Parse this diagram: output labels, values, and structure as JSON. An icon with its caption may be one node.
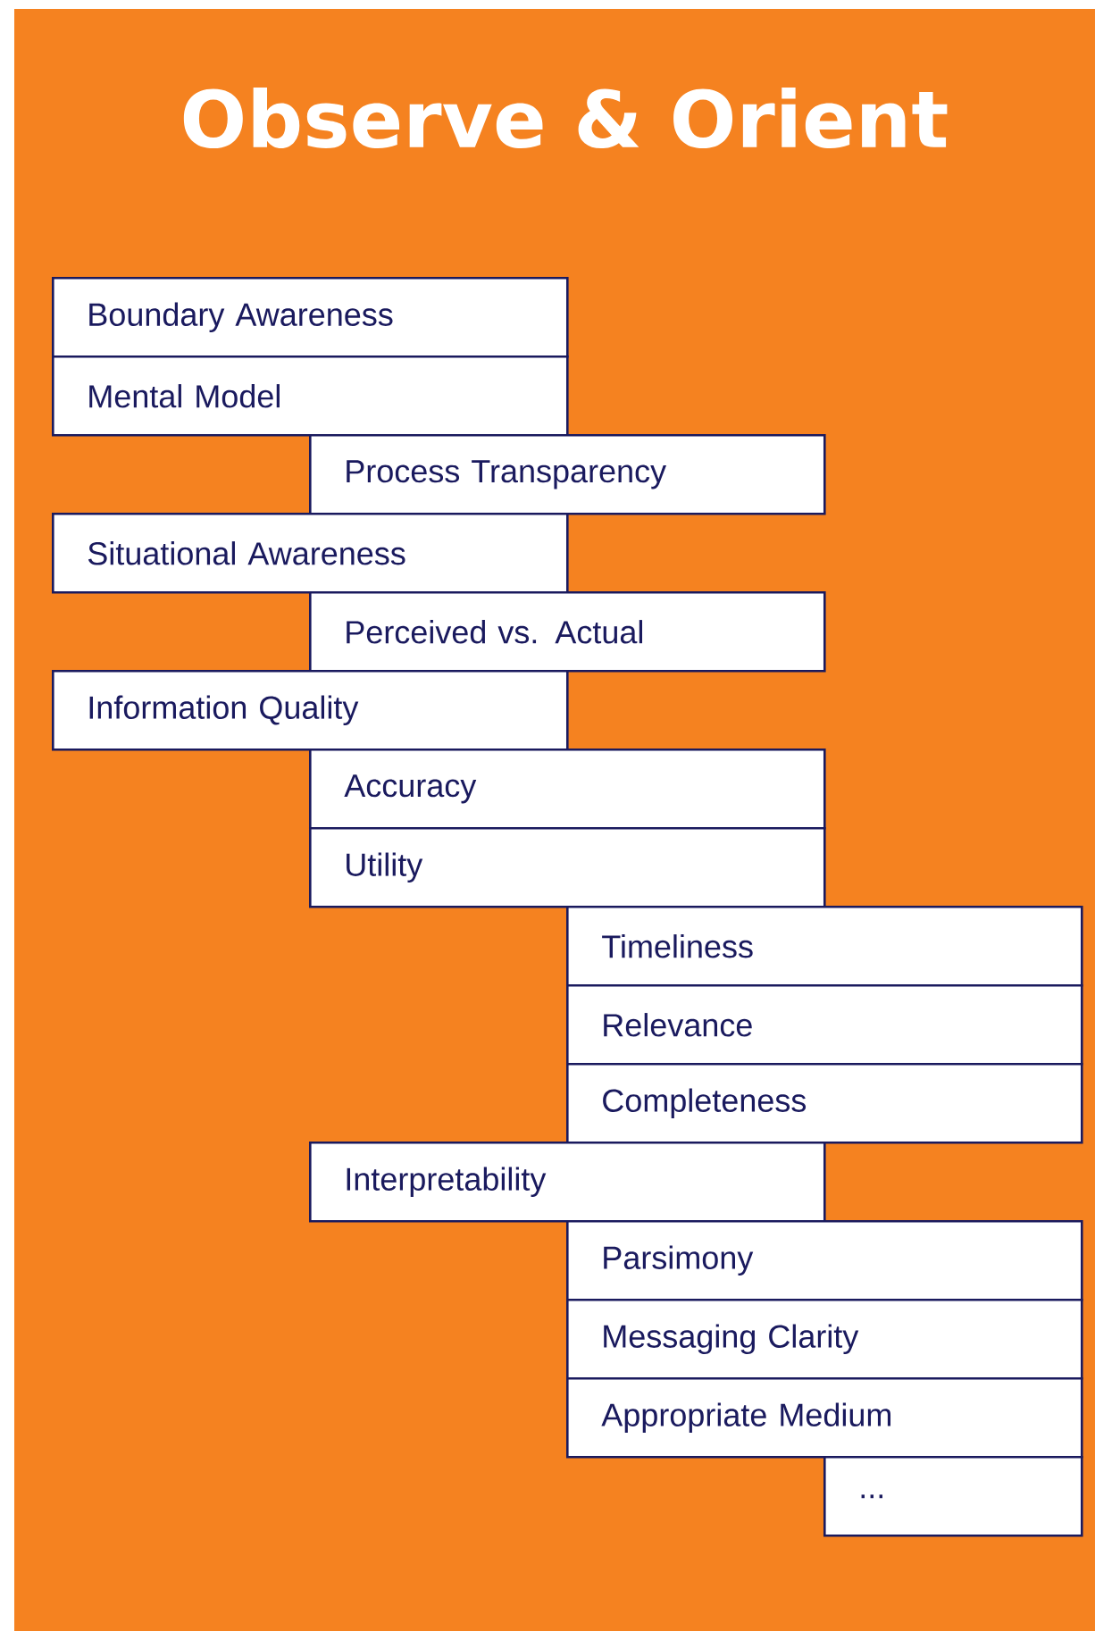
{
  "diagram": {
    "title": "Observe & Orient",
    "nodes": [
      {
        "text": [
          "Boundary Awareness"
        ]
      },
      {
        "text": [
          "Mental Model"
        ]
      },
      {
        "text": [
          "Process Transparency"
        ]
      },
      {
        "text": [
          "Situational Awareness"
        ]
      },
      {
        "text": [
          "Perceived vs. Actual"
        ]
      },
      {
        "text": [
          "Information Quality"
        ]
      },
      {
        "text": [
          "Accuracy"
        ]
      },
      {
        "text": [
          "Utility"
        ]
      },
      {
        "text": [
          "Timeliness"
        ]
      },
      {
        "text": [
          "Relevance"
        ]
      },
      {
        "text": [
          "Completeness"
        ]
      },
      {
        "text": [
          "Interpretability"
        ]
      },
      {
        "text": [
          "Parsimony"
        ]
      },
      {
        "text": [
          "Messaging Clarity"
        ]
      },
      {
        "text": [
          "Appropriate Medium"
        ]
      },
      {
        "text": [
          "..."
        ]
      }
    ]
  }
}
